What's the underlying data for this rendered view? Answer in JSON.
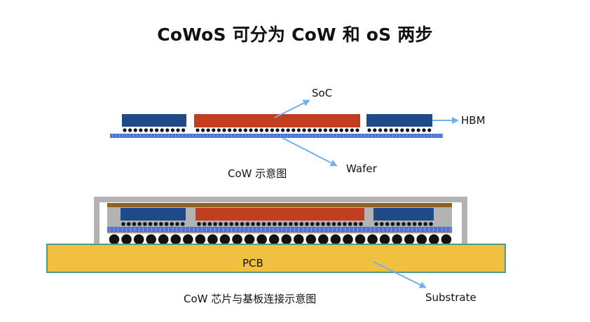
{
  "title": "CoWoS 可分为 CoW 和 oS 两步",
  "colors": {
    "hbm": "#1f4a8a",
    "soc": "#c23e1e",
    "wafer": "#4a74d6",
    "bump": "#111111",
    "lid": "#b3b3b3",
    "lid_top_band": "#8c6420",
    "pcb": "#f2c040",
    "pcb_border": "#4e9b8a",
    "arrow": "#6fb1f0",
    "underfill_line": "#f0a070"
  },
  "cow_diagram": {
    "caption": "CoW 示意图",
    "labels": {
      "soc": "SoC",
      "hbm": "HBM",
      "wafer": "Wafer"
    }
  },
  "package_diagram": {
    "caption": "CoW 芯片与基板连接示意图",
    "labels": {
      "pcb": "PCB",
      "substrate": "Substrate"
    }
  }
}
